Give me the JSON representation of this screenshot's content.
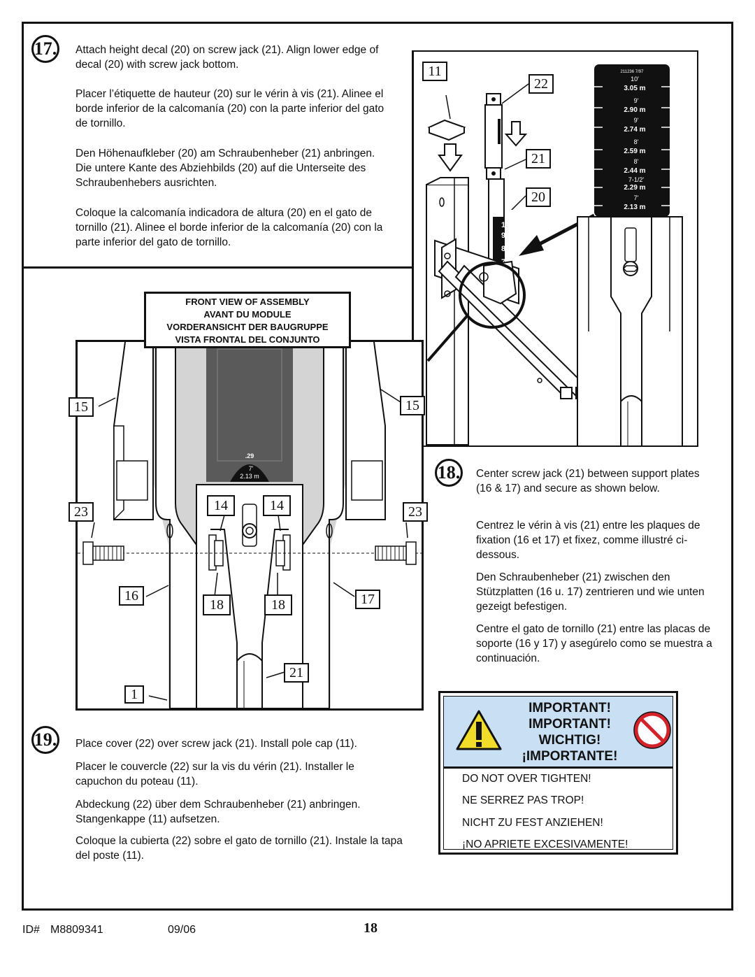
{
  "step17": {
    "number": "17.",
    "en": "Attach height decal (20) on screw jack (21).  Align lower edge of decal (20) with screw jack bottom.",
    "fr": "Placer l’étiquette de hauteur (20) sur le vérin à vis (21). Alinee el borde inferior de la calcomanía (20) con la parte inferior del gato de tornillo.",
    "de": "Den Höhenaufkleber (20) am Schraubenheber (21) anbringen. Die untere Kante des Abziehbilds (20) auf die Unterseite des Schraubenhebers ausrichten.",
    "es": "Coloque la calcomanía indicadora de altura (20) en el gato de tornillo (21).  Alinee el borde inferior de la calcomanía (20) con la parte inferior del gato de tornillo."
  },
  "step18": {
    "number": "18.",
    "en": "Center screw jack (21) between support plates (16 & 17) and secure as shown below.",
    "fr": "Centrez le vérin à vis (21) entre les plaques de fixation (16 et 17) et fixez, comme illustré ci-dessous.",
    "de": "Den Schraubenheber (21) zwischen den Stützplatten (16 u. 17) zentrieren und wie unten gezeigt befestigen.",
    "es": "Centre el gato de tornillo (21) entre las placas de soporte (16 y 17) y asegúrelo como se muestra a continuación."
  },
  "step19": {
    "number": "19.",
    "en": "Place cover (22) over screw jack (21).  Install pole cap (11).",
    "fr": "Placer le couvercle (22) sur la vis du vérin (21).  Installer le capuchon du poteau (11).",
    "de": "Abdeckung (22) über dem Schraubenheber (21) anbringen. Stangenkappe (11) aufsetzen.",
    "es": "Coloque la cubierta (22) sobre el gato de tornillo (21). Instale la tapa del poste (11)."
  },
  "front_view": {
    "title_en": "FRONT VIEW OF ASSEMBLY",
    "title_fr": "AVANT DU MODULE",
    "title_de": "VORDERANSICHT DER BAUGRUPPE",
    "title_es": "VISTA FRONTAL DEL CONJUNTO",
    "decal_partial": ".29",
    "decal_ft": "7'",
    "decal_m": "2.13  m"
  },
  "callouts": {
    "c11": "11",
    "c22": "22",
    "c21a": "21",
    "c20": "20",
    "c15a": "15",
    "c15b": "15",
    "c23a": "23",
    "c23b": "23",
    "c14a": "14",
    "c14b": "14",
    "c16": "16",
    "c17": "17",
    "c18a": "18",
    "c18b": "18",
    "c21b": "21",
    "c1": "1"
  },
  "decal": {
    "header": "211236    7/97",
    "rows": [
      {
        "ft": "10'",
        "m": "3.05  m"
      },
      {
        "ft": "9'",
        "m": "2.90  m"
      },
      {
        "ft": "9'",
        "m": "2.74  m"
      },
      {
        "ft": "8'",
        "m": "2.59  m"
      },
      {
        "ft": "8'",
        "m": "2.44  m"
      },
      {
        "ft": "7-1/2'",
        "m": "2.29  m"
      },
      {
        "ft": "7'",
        "m": "2.13  m"
      }
    ],
    "jack_digits": [
      "1",
      "9",
      "8",
      "7"
    ]
  },
  "important": {
    "t1": "IMPORTANT!",
    "t2": "IMPORTANT!",
    "t3": "WICHTIG!",
    "t4": "¡IMPORTANTE!",
    "l1": "DO NOT OVER TIGHTEN!",
    "l2": "NE SERREZ PAS TROP!",
    "l3": "NICHT ZU FEST ANZIEHEN!",
    "l4": "¡NO APRIETE EXCESIVAMENTE!",
    "head_color": "#c9dff3",
    "warning_color": "#f2dc2a",
    "prohibit_color": "#d2232a"
  },
  "footer": {
    "id_label": "ID#",
    "id_value": "M8809341",
    "date": "09/06",
    "page": "18"
  }
}
